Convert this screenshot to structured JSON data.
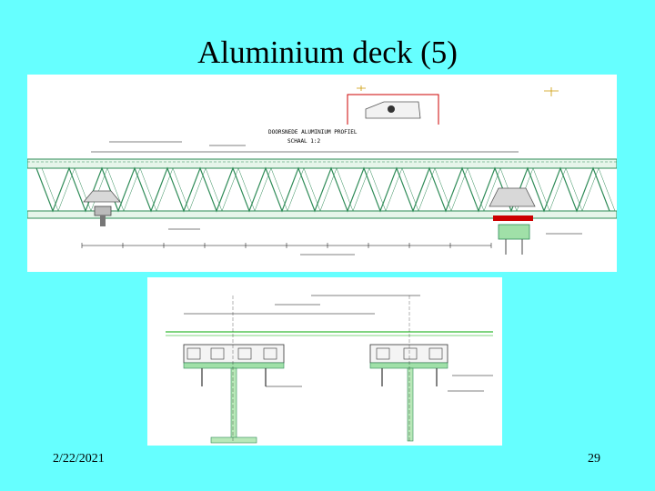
{
  "slide": {
    "title": "Aluminium deck (5)",
    "date": "2/22/2021",
    "page_number": "29"
  },
  "drawing_top": {
    "callout_line1": "DOORSNEDE ALUMINIUM PROFIEL",
    "callout_line2": "SCHAAL 1:2"
  },
  "colors": {
    "background": "#66ffff",
    "drawing_green": "#2e8b57",
    "callout_red": "#cc0000"
  }
}
